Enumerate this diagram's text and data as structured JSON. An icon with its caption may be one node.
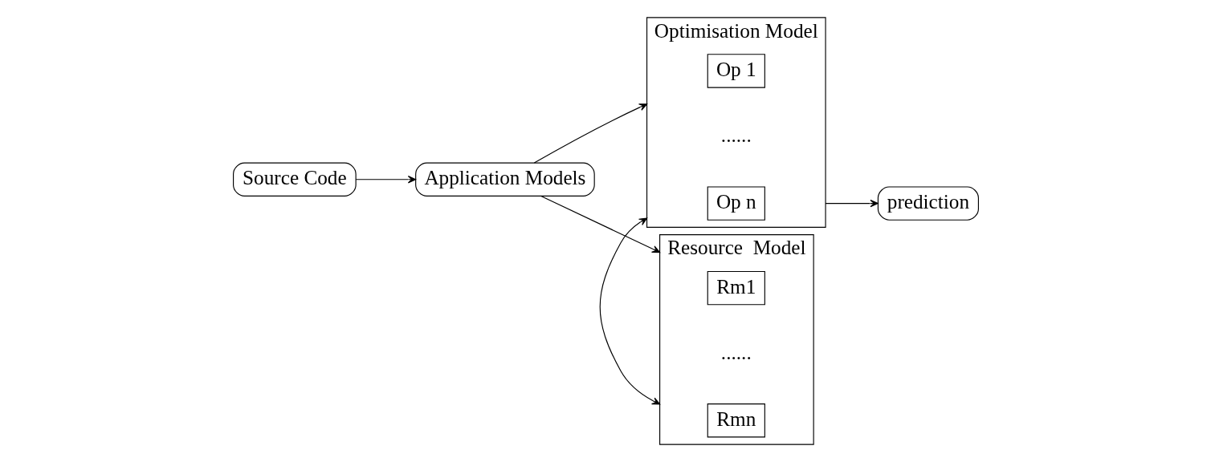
{
  "diagram": {
    "nodes": [
      {
        "text": [
          "Source Code"
        ]
      },
      {
        "text": [
          "Application Models"
        ]
      },
      {
        "text": [
          "Optimisation Model"
        ]
      },
      {
        "text": [
          "Op 1"
        ],
        "in": 2
      },
      {
        "text": [
          "Op n"
        ],
        "in": 2
      },
      {
        "text": [
          "Resource  Model"
        ]
      },
      {
        "text": [
          "Rm1"
        ],
        "in": 5
      },
      {
        "text": [
          "Rmn"
        ],
        "in": 5
      },
      {
        "text": [
          "prediction"
        ]
      }
    ],
    "edges": [
      {
        "from": 0,
        "to": 1,
        "arrow": "to"
      },
      {
        "from": 1,
        "to": 2,
        "arrow": "to"
      },
      {
        "from": 1,
        "to": 5,
        "arrow": "to"
      },
      {
        "from": 2,
        "to": 8,
        "arrow": "to"
      },
      {
        "from": 2,
        "to": 5,
        "arrow": "both"
      }
    ],
    "labels": [
      "......",
      "......"
    ]
  }
}
